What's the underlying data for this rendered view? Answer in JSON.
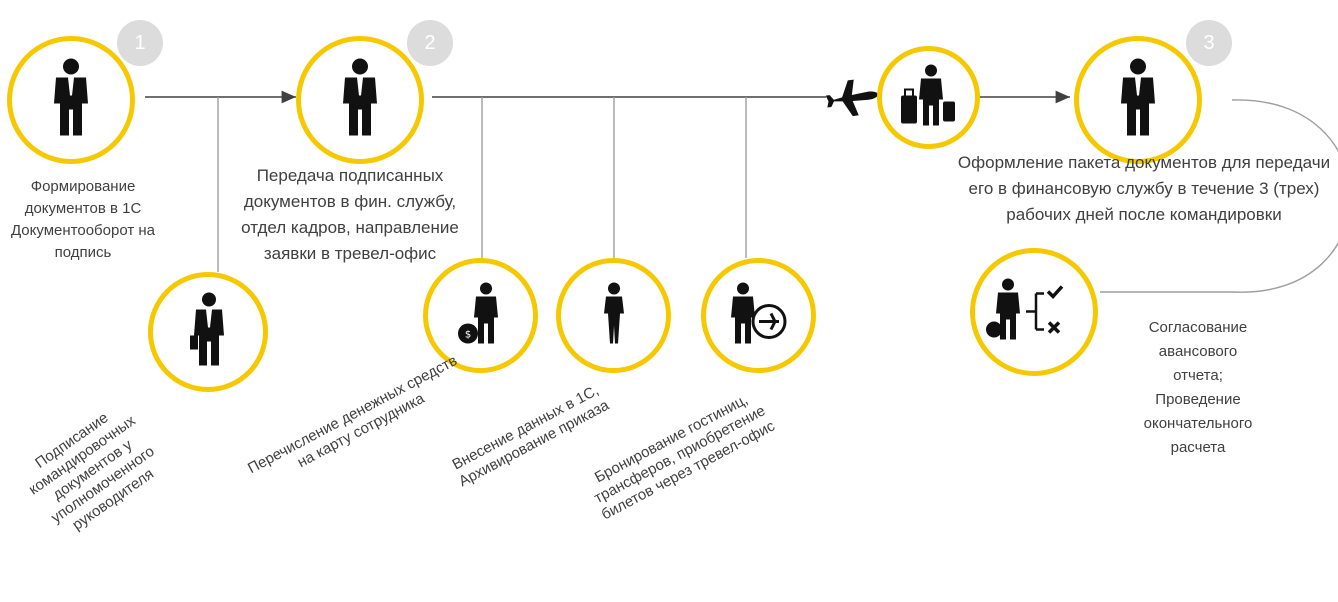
{
  "steps": [
    {
      "number": "1",
      "icon": "businessman-icon",
      "label": "Формирование документов  в 1С Документооборот на подпись"
    },
    {
      "number": "2",
      "icon": "businessman-icon",
      "label": "Передача подписанных документов в фин. службу, отдел кадров, направление заявки в тревел-офис"
    },
    {
      "number": "3",
      "icon": "businessman-icon",
      "label": "Оформление пакета документов для передачи его в финансовую службу в течение 3 (трех) рабочих дней после командировки"
    }
  ],
  "substeps": [
    {
      "icon": "manager-with-briefcase-icon",
      "label": "Подписание командировочных документов у уполномоченного руководителя"
    },
    {
      "icon": "employee-with-money-bag-icon",
      "label": "Перечисление денежных средств на карту сотрудника"
    },
    {
      "icon": "woman-icon",
      "label": "Внесение данных в 1С, Архивирование приказа"
    },
    {
      "icon": "travel-agent-plane-icon",
      "label": "Бронирование гостиниц, трансферов, приобретение билетов через тревел-офис"
    }
  ],
  "trip": {
    "icon": "traveler-with-luggage-icon",
    "plane_icon": "airplane-icon"
  },
  "final": {
    "icon": "approval-checklist-icon",
    "label": "Согласование авансового отчета; Проведение окончательного расчета"
  },
  "colors": {
    "accent": "#f5c800",
    "badge": "#dcdcdc",
    "line": "#404040",
    "connector": "#9e9e9e",
    "text": "#404040"
  }
}
